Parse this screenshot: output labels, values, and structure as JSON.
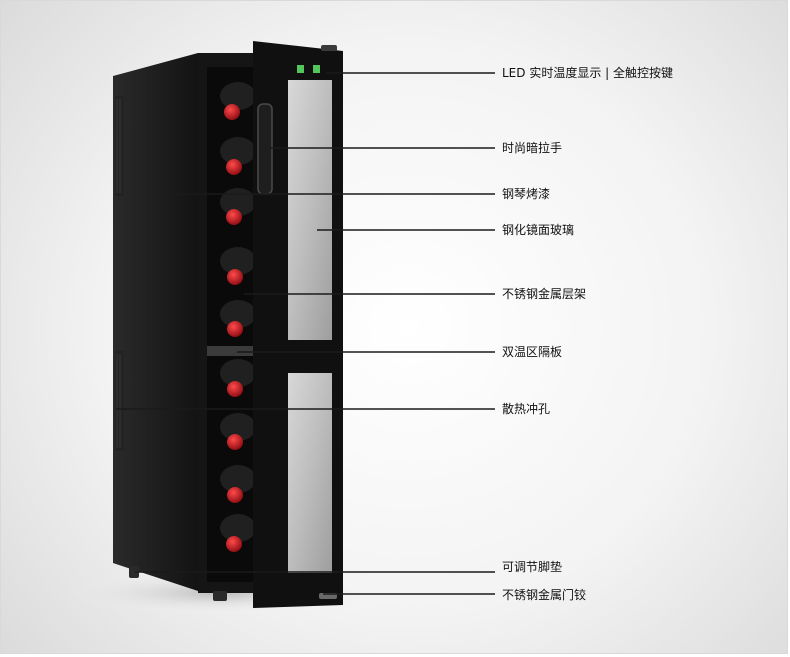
{
  "callouts": [
    "LED 实时温度显示 | 全触控按键",
    "时尚暗拉手",
    "钢琴烤漆",
    "钢化镜面玻璃",
    "不锈钢金属层架",
    "双温区隔板",
    "散热冲孔",
    "可调节脚垫",
    "不锈钢金属门铰"
  ],
  "colors": {
    "cabinet": "#1c1c1c",
    "bottle_cap": "#c8141e",
    "callout_line": "#1a1a1a"
  }
}
